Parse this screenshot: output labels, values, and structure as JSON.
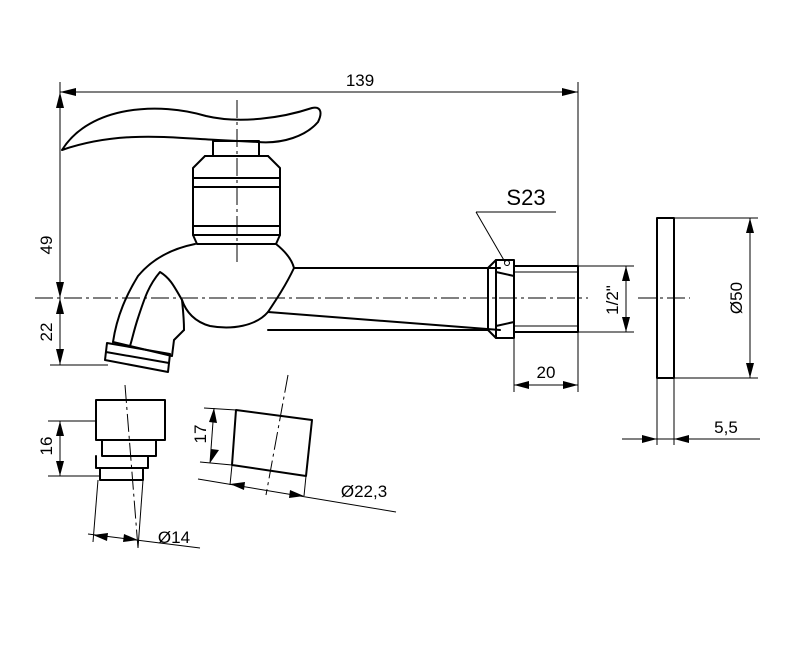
{
  "dimensions": {
    "overall_length": "139",
    "height_above_axis": "49",
    "height_below_axis": "22",
    "wrench_size": "S23",
    "thread_size": "1/2\"",
    "thread_length": "20",
    "flange_diameter": "Ø50",
    "flange_thickness": "5,5",
    "aerator_height": "16",
    "aerator_diameter": "Ø14",
    "sleeve_height": "17",
    "sleeve_diameter": "Ø22,3"
  }
}
